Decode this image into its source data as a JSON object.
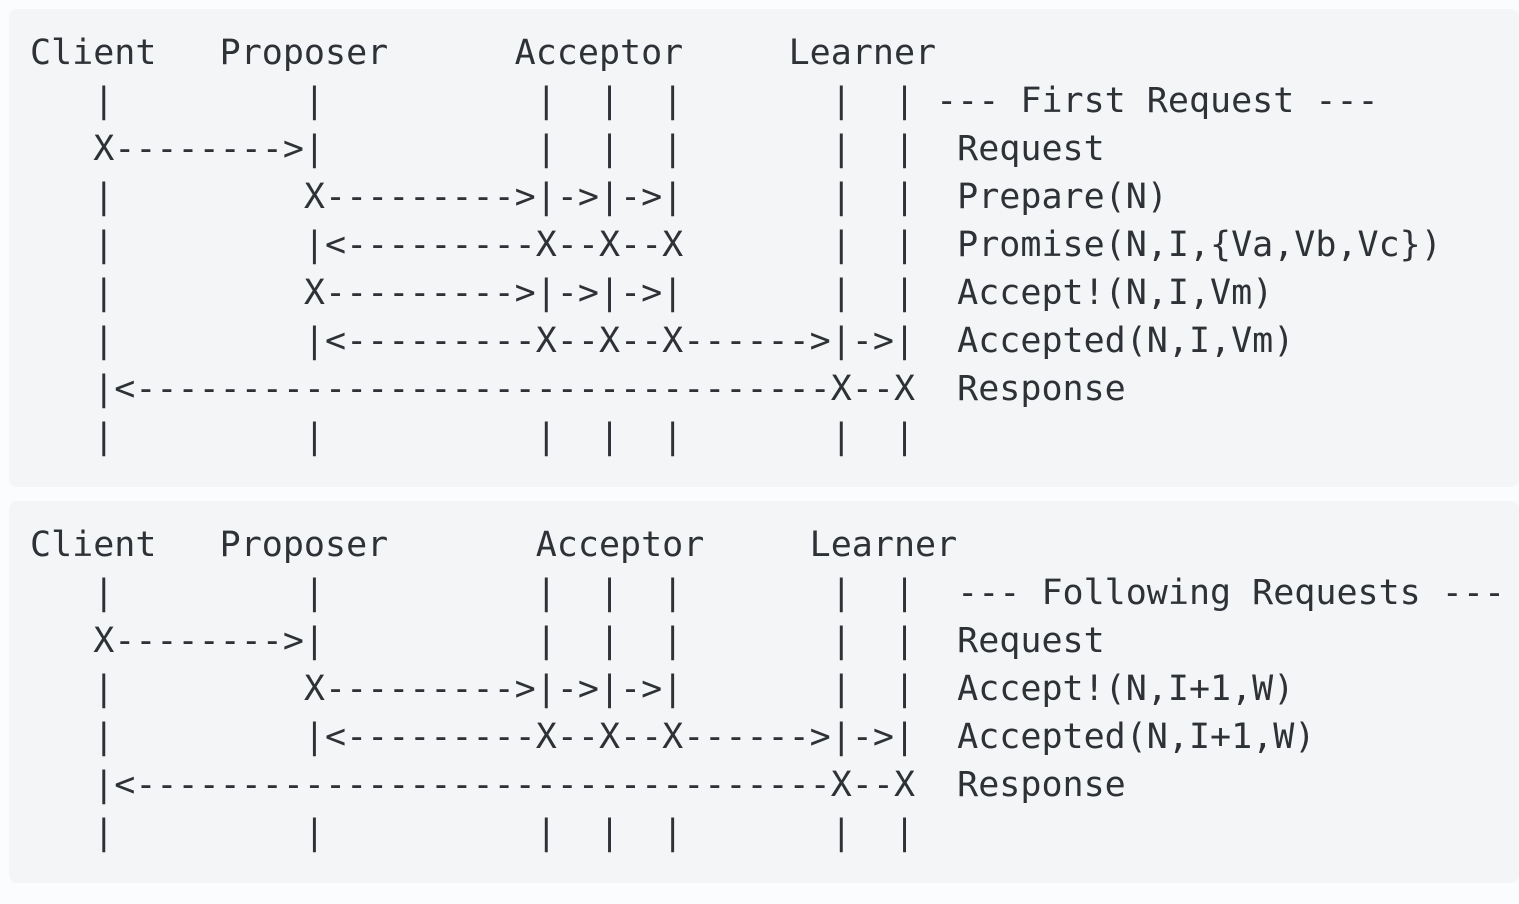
{
  "colors": {
    "page_background": "#fbfcfd",
    "block_background": "#f3f5f7",
    "text_color": "#2e3237"
  },
  "blocks": [
    {
      "section_label": "--- First Request ---",
      "actors": [
        "Client",
        "Proposer",
        "Acceptor",
        "Learner"
      ],
      "messages": [
        "Request",
        "Prepare(N)",
        "Promise(N,I,{Va,Vb,Vc})",
        "Accept!(N,I,Vm)",
        "Accepted(N,I,Vm)",
        "Response"
      ],
      "ascii": "Client   Proposer      Acceptor     Learner\n   |         |          |  |  |       |  | --- First Request ---\n   X-------->|          |  |  |       |  |  Request\n   |         X--------->|->|->|       |  |  Prepare(N)\n   |         |<---------X--X--X       |  |  Promise(N,I,{Va,Vb,Vc})\n   |         X--------->|->|->|       |  |  Accept!(N,I,Vm)\n   |         |<---------X--X--X------>|->|  Accepted(N,I,Vm)\n   |<---------------------------------X--X  Response\n   |         |          |  |  |       |  |"
    },
    {
      "section_label": "--- Following Requests ---",
      "actors": [
        "Client",
        "Proposer",
        "Acceptor",
        "Learner"
      ],
      "messages": [
        "Request",
        "Accept!(N,I+1,W)",
        "Accepted(N,I+1,W)",
        "Response"
      ],
      "ascii": "Client   Proposer       Acceptor     Learner\n   |         |          |  |  |       |  |  --- Following Requests ---\n   X-------->|          |  |  |       |  |  Request\n   |         X--------->|->|->|       |  |  Accept!(N,I+1,W)\n   |         |<---------X--X--X------>|->|  Accepted(N,I+1,W)\n   |<---------------------------------X--X  Response\n   |         |          |  |  |       |  |"
    }
  ]
}
